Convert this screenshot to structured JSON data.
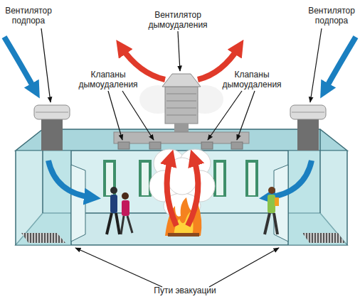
{
  "diagram": {
    "labels": [
      "Вентилятор подпора",
      "Вентилятор дымоудаления",
      "Вентилятор подпора",
      "Клапаны дымоудаления",
      "Клапаны дымоудаления",
      "Пути эвакуации"
    ]
  }
}
